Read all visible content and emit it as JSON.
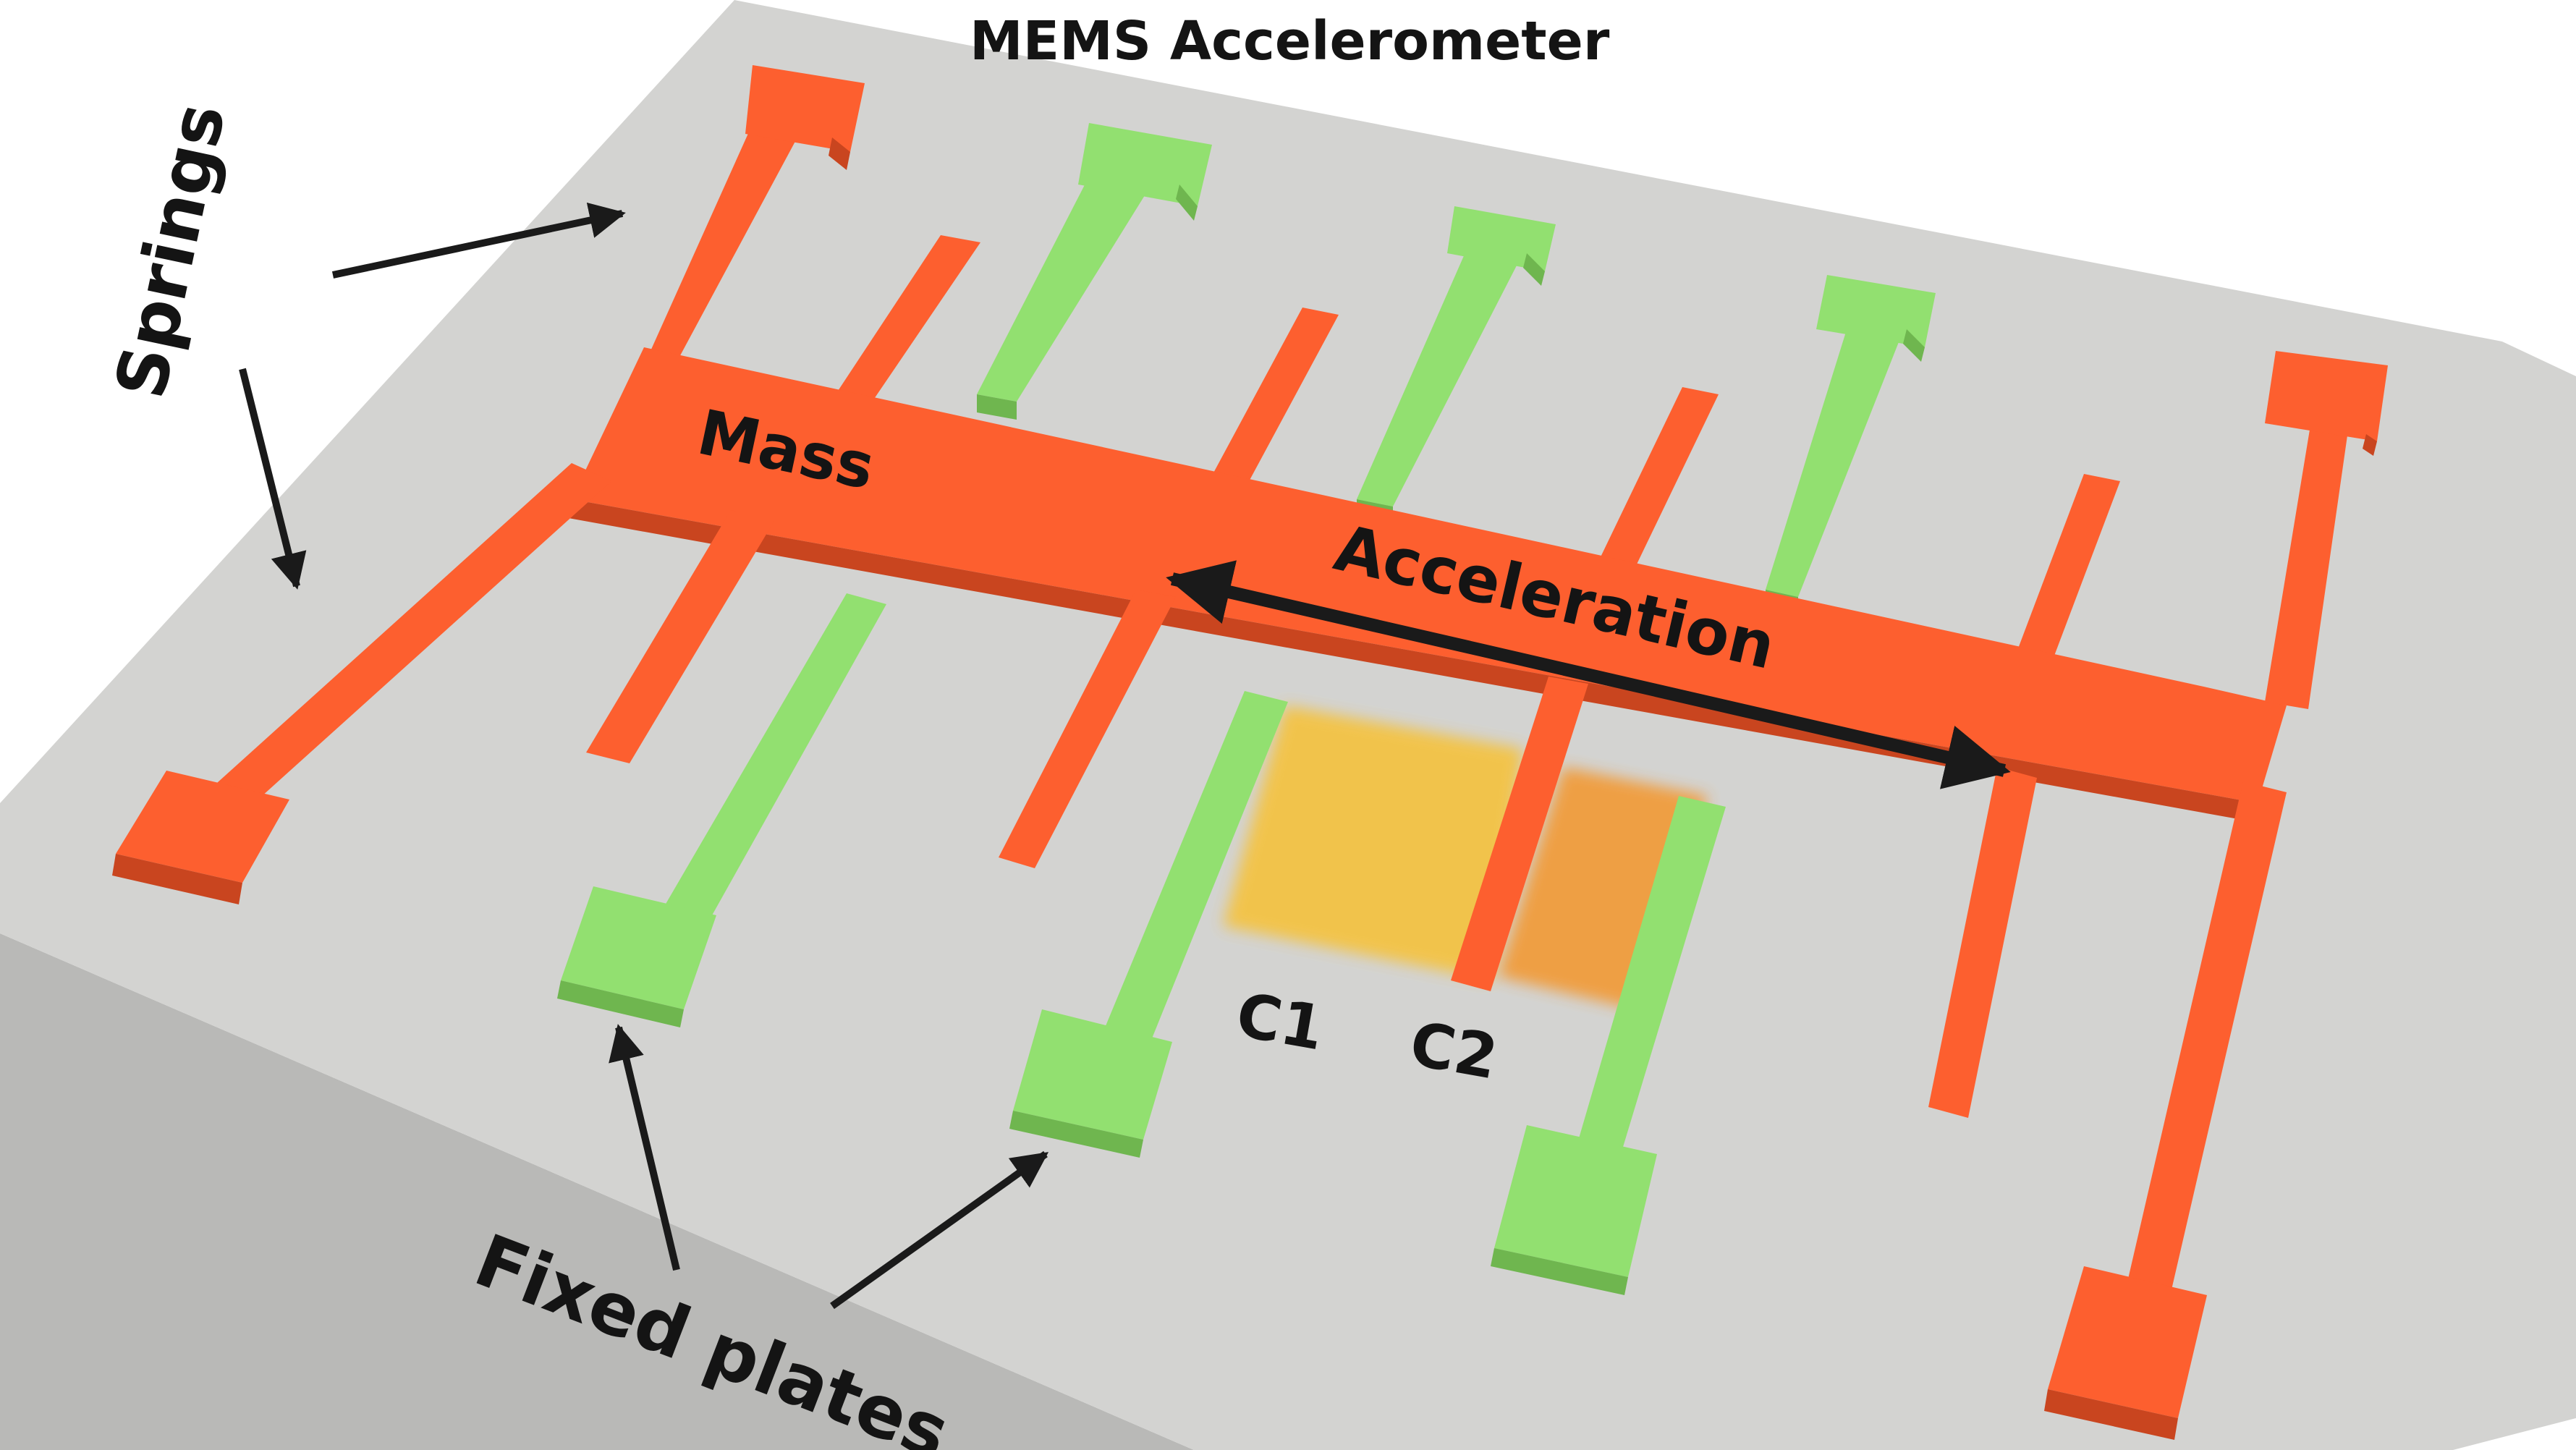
{
  "title": "MEMS Accelerometer",
  "labels": {
    "springs": "Springs",
    "mass": "Mass",
    "acceleration": "Acceleration",
    "fixed_plates": "Fixed plates",
    "c1": "C1",
    "c2": "C2"
  },
  "colors": {
    "substrate": "#d3d3d1",
    "substrate_side": "#b9b9b7",
    "mass": "#fd5f2f",
    "mass_side": "#c9451f",
    "fixed_plate": "#92e070",
    "fixed_plate_side": "#6fb64f",
    "capacitor_c1": "#f5c23e",
    "capacitor_c2": "#f29a36",
    "arrow": "#1a1a1a"
  }
}
